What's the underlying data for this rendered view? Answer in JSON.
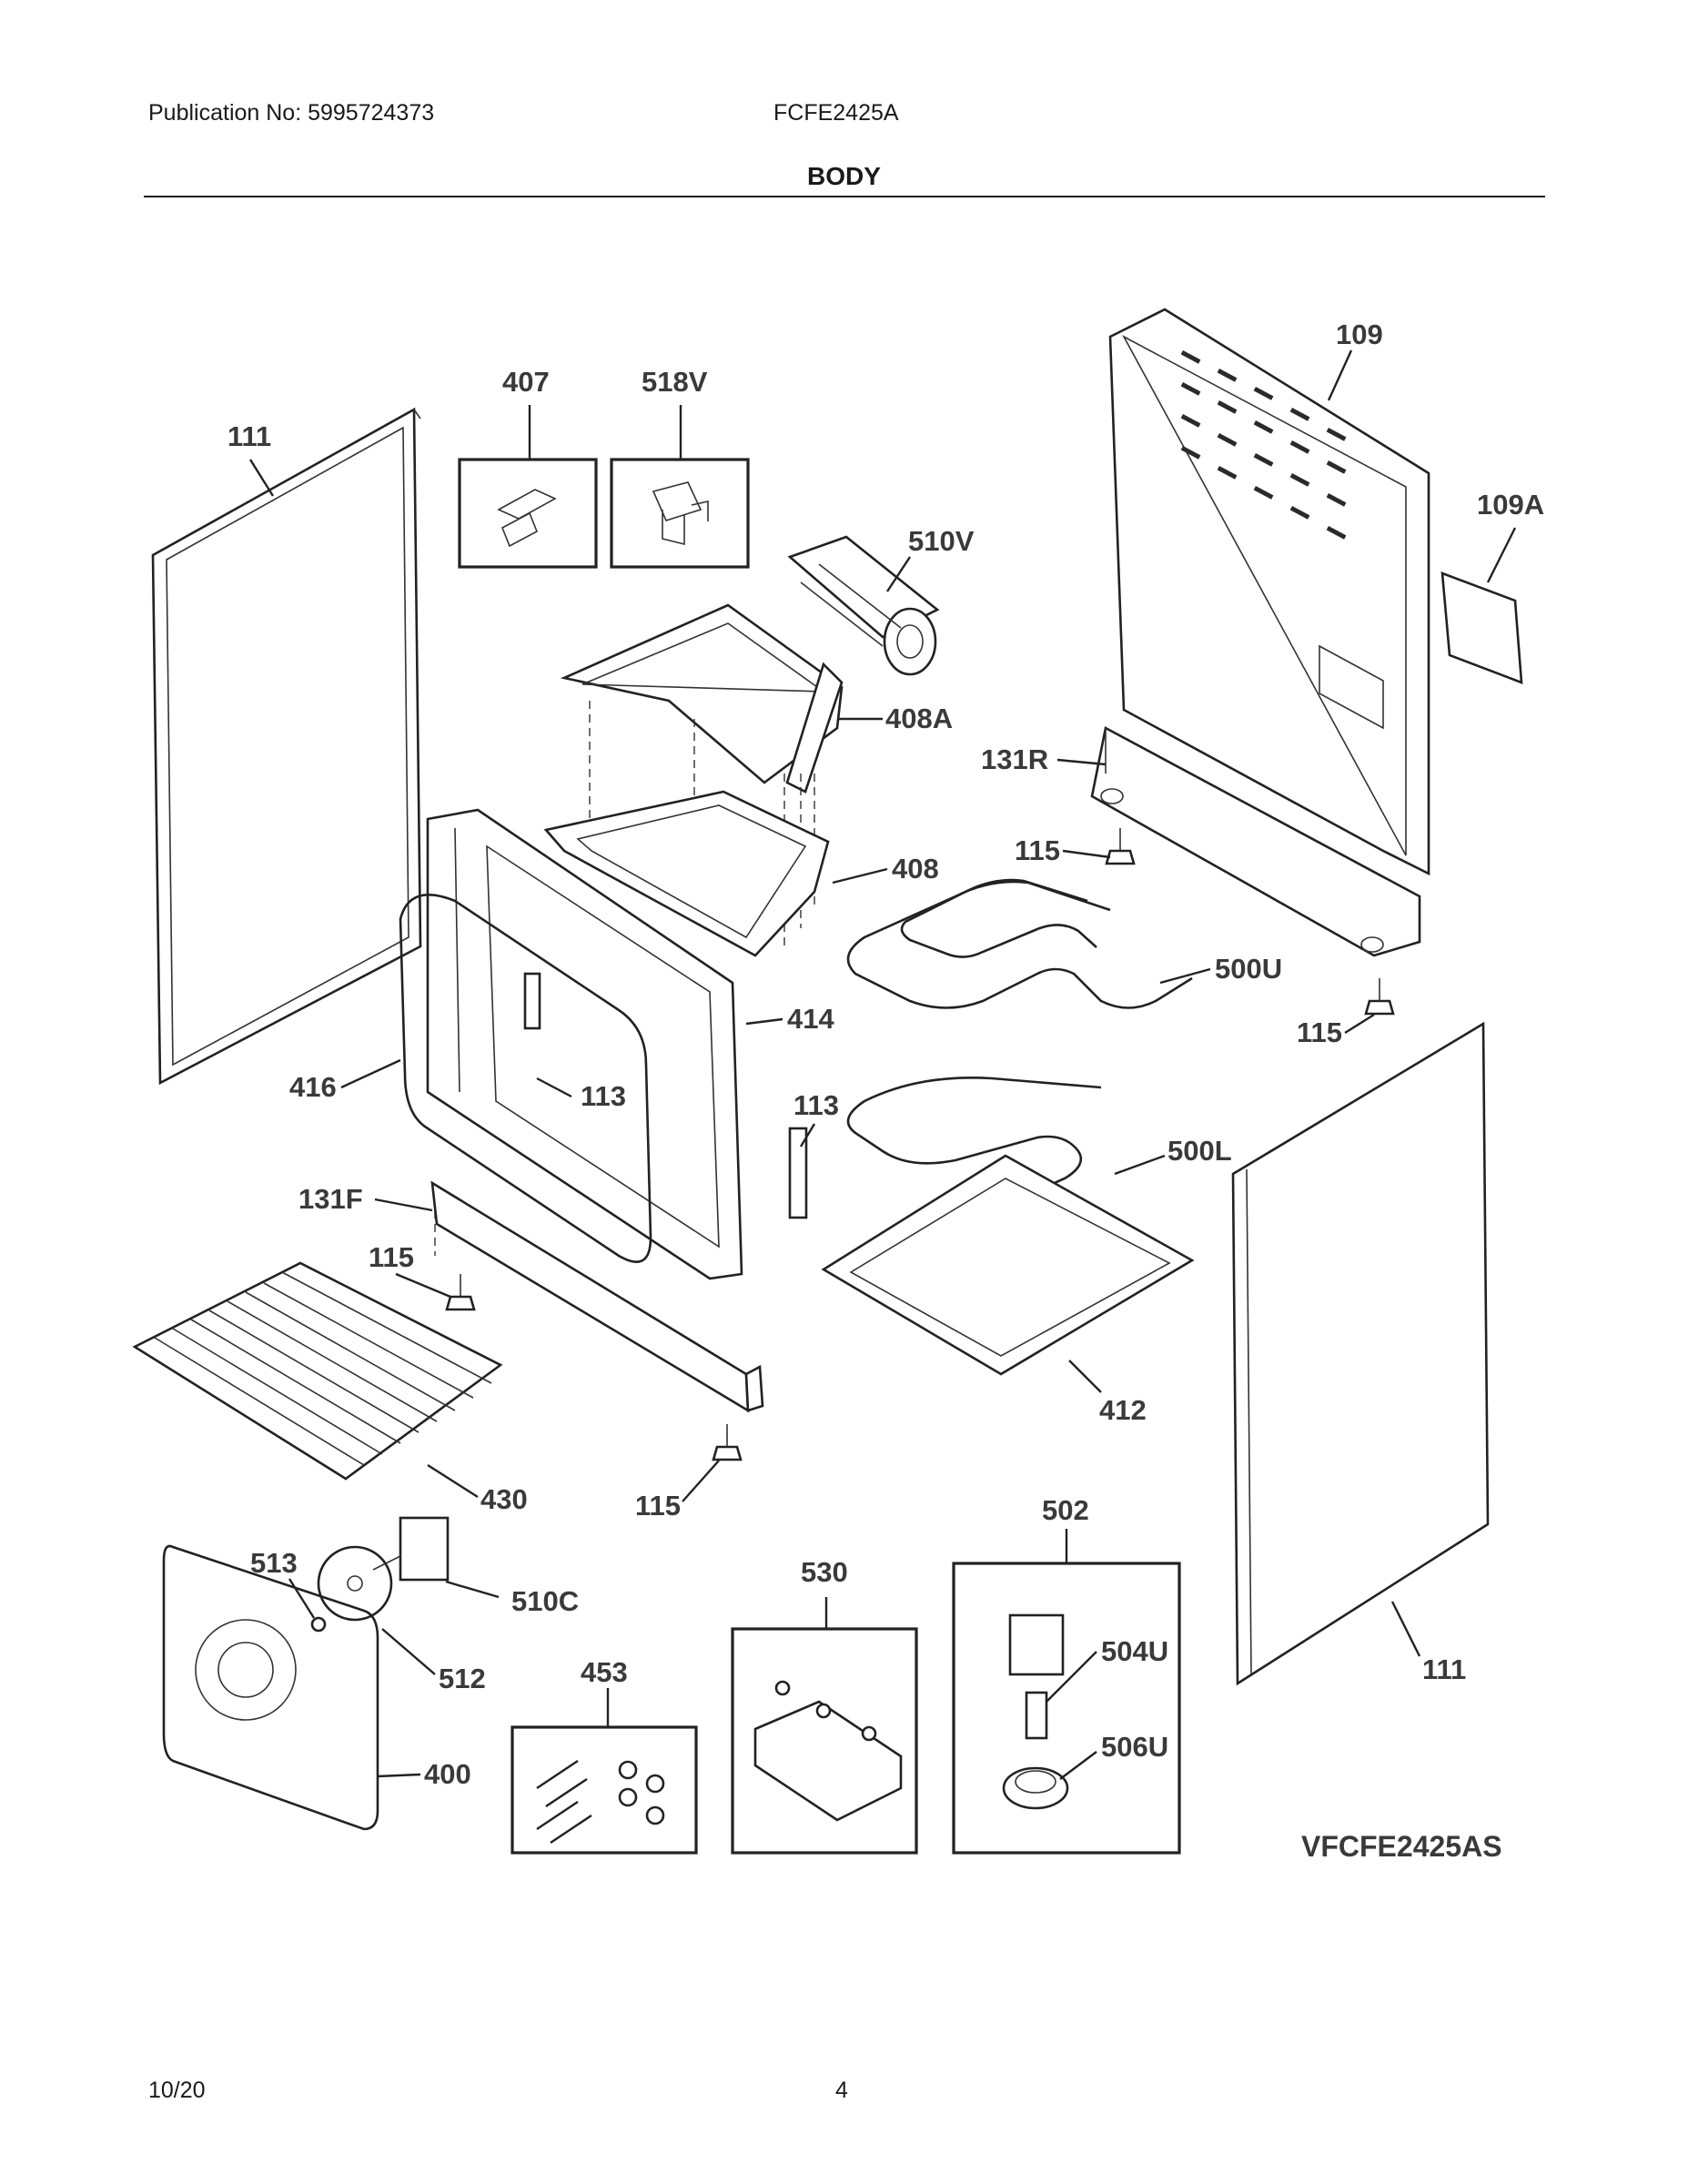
{
  "header": {
    "publication": "Publication No: 5995724373",
    "model": "FCFE2425A",
    "section": "BODY"
  },
  "footer": {
    "date": "10/20",
    "page": "4"
  },
  "diagram_code": "VFCFE2425AS",
  "callouts": {
    "c111_left": "111",
    "c407": "407",
    "c518v": "518V",
    "c510v": "510V",
    "c109": "109",
    "c109a": "109A",
    "c408a": "408A",
    "c131r": "131R",
    "c115_a": "115",
    "c408": "408",
    "c500u": "500U",
    "c115_b": "115",
    "c414": "414",
    "c416": "416",
    "c113_a": "113",
    "c113_b": "113",
    "c500l": "500L",
    "c131f": "131F",
    "c115_c": "115",
    "c412": "412",
    "c430": "430",
    "c115_d": "115",
    "c502": "502",
    "c513": "513",
    "c510c": "510C",
    "c530": "530",
    "c504u": "504U",
    "c512": "512",
    "c453": "453",
    "c111_right": "111",
    "c400": "400",
    "c506u": "506U"
  }
}
